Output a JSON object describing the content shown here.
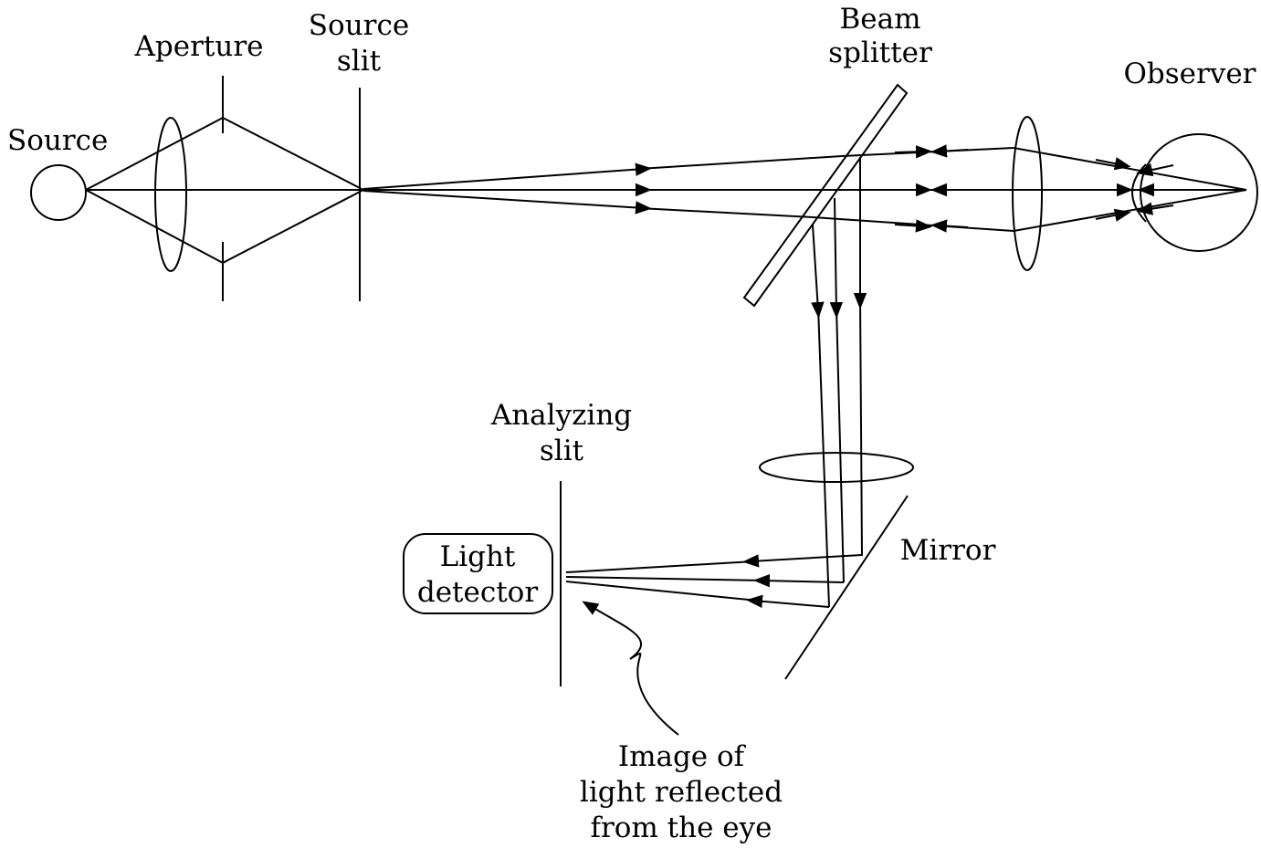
{
  "labels": {
    "source": "Source",
    "aperture": "Aperture",
    "source_slit_1": "Source",
    "source_slit_2": "slit",
    "beam_splitter_1": "Beam",
    "beam_splitter_2": "splitter",
    "observer": "Observer",
    "analyzing_slit_1": "Analyzing",
    "analyzing_slit_2": "slit",
    "light_detector_1": "Light",
    "light_detector_2": "detector",
    "mirror": "Mirror",
    "image_caption_1": "Image of",
    "image_caption_2": "light reflected",
    "image_caption_3": "from the eye"
  }
}
